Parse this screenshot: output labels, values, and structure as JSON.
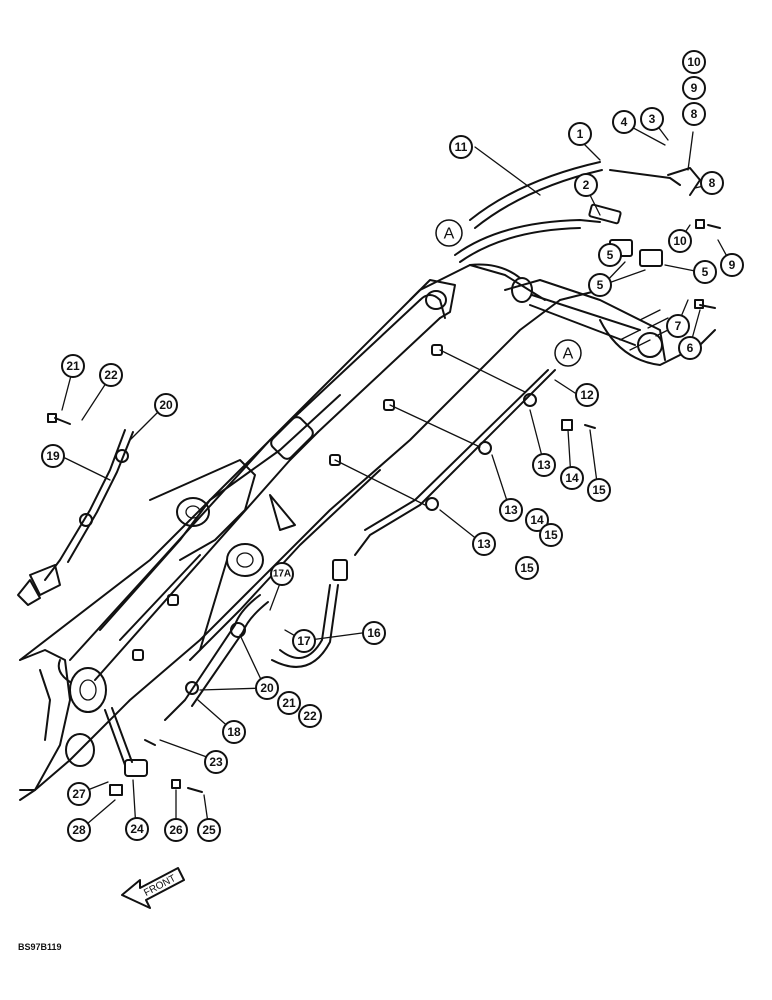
{
  "callouts": [
    "1",
    "2",
    "3",
    "4",
    "5",
    "5",
    "5",
    "6",
    "7",
    "8",
    "8",
    "9",
    "9",
    "10",
    "10",
    "11",
    "12",
    "13",
    "13",
    "13",
    "14",
    "14",
    "15",
    "15",
    "15",
    "16",
    "17",
    "17A",
    "18",
    "19",
    "20",
    "20",
    "21",
    "21",
    "22",
    "22",
    "23",
    "24",
    "25",
    "26",
    "27",
    "28"
  ],
  "reference_marks": [
    "A",
    "A"
  ],
  "front_label": "FRONT",
  "drawing_code": "BS97B119"
}
